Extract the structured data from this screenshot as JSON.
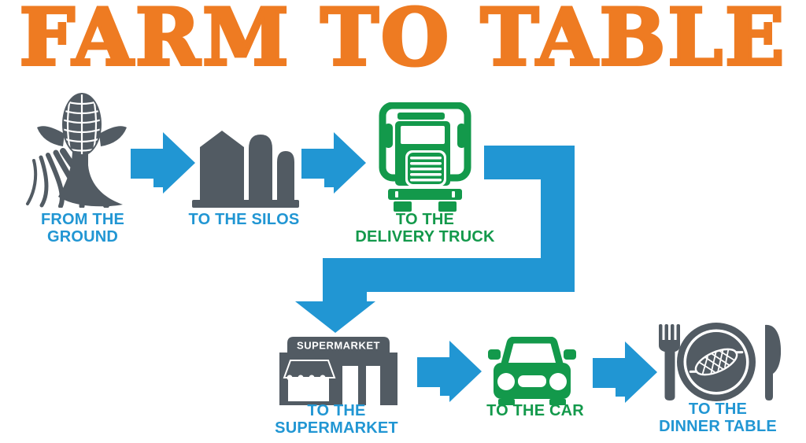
{
  "title": {
    "text": "FARM TO TABLE"
  },
  "colors": {
    "orange": "#ee7b22",
    "blue": "#2196d3",
    "green": "#13994b",
    "gray": "#525b63"
  },
  "steps": [
    {
      "id": "from-the-ground",
      "icon": "corn-field-icon",
      "label_line1": "FROM THE",
      "label_line2": "GROUND",
      "label_color": "blue"
    },
    {
      "id": "to-the-silos",
      "icon": "silos-icon",
      "label_line1": "TO THE SILOS",
      "label_color": "blue"
    },
    {
      "id": "to-the-delivery-truck",
      "icon": "delivery-truck-icon",
      "label_line1": "TO THE",
      "label_line2": "DELIVERY TRUCK",
      "label_color": "green"
    },
    {
      "id": "to-the-supermarket",
      "icon": "supermarket-icon",
      "sign_text": "SUPERMARKET",
      "label_line1": "TO THE",
      "label_line2": "SUPERMARKET",
      "label_color": "blue"
    },
    {
      "id": "to-the-car",
      "icon": "car-icon",
      "label_line1": "TO THE CAR",
      "label_color": "green"
    },
    {
      "id": "to-the-dinner-table",
      "icon": "dinner-plate-icon",
      "label_line1": "TO THE",
      "label_line2": "DINNER TABLE",
      "label_color": "blue"
    }
  ],
  "connectors": [
    {
      "type": "right-arrow"
    },
    {
      "type": "right-arrow"
    },
    {
      "type": "elbow-down-arrow"
    },
    {
      "type": "right-arrow"
    },
    {
      "type": "right-arrow"
    }
  ]
}
